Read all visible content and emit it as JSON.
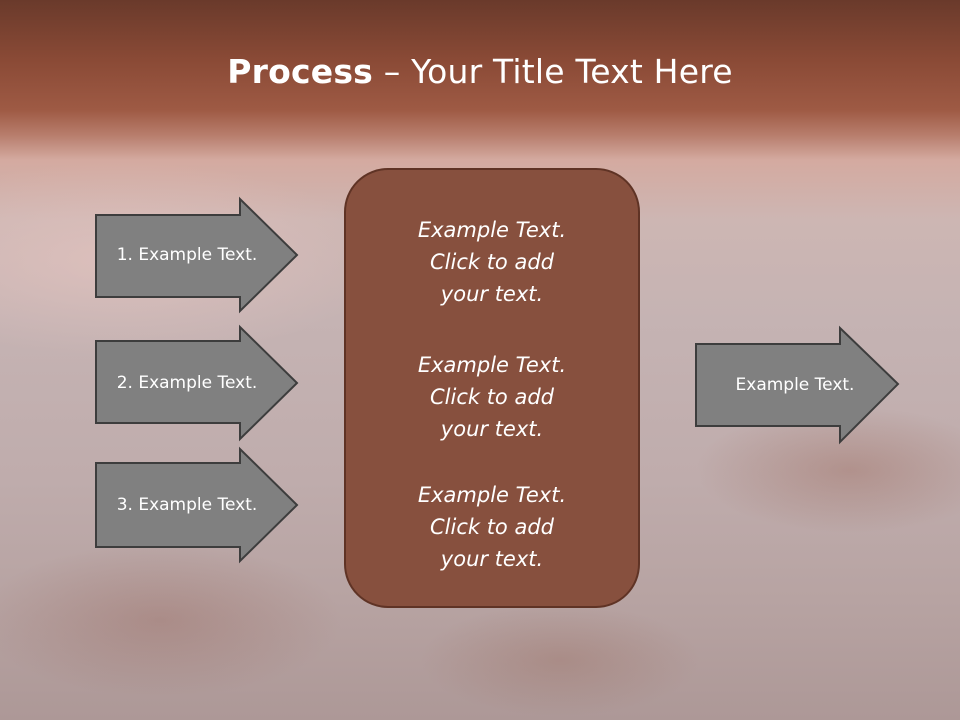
{
  "slide": {
    "title_bold": "Process",
    "title_rest": " – Your Title Text Here"
  },
  "left_arrows": [
    {
      "label": "1. Example Text."
    },
    {
      "label": "2. Example Text."
    },
    {
      "label": "3. Example Text."
    }
  ],
  "center_box": {
    "blocks": [
      {
        "line1": "Example Text.",
        "line2": "Click  to add",
        "line3": "your text."
      },
      {
        "line1": "Example Text.",
        "line2": "Click  to add",
        "line3": "your text."
      },
      {
        "line1": "Example Text.",
        "line2": "Click  to add",
        "line3": "your text."
      }
    ]
  },
  "right_arrow": {
    "label": "Example Text."
  },
  "colors": {
    "header_band": "#8a4a36",
    "arrow_fill": "#808080",
    "center_box_fill": "#87503e",
    "text": "#ffffff"
  }
}
